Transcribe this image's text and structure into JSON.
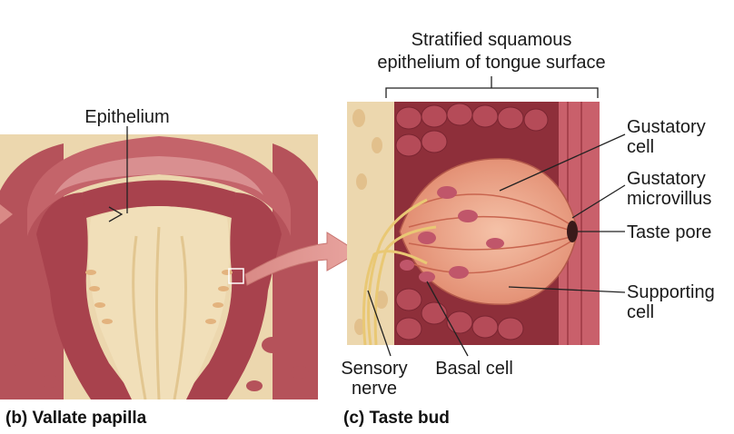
{
  "labels": {
    "epithelium": "Epithelium",
    "stratified_line1": "Stratified squamous",
    "stratified_line2": "epithelium of tongue surface",
    "gustatory_cell_line1": "Gustatory",
    "gustatory_cell_line2": "cell",
    "gustatory_microvillus_line1": "Gustatory",
    "gustatory_microvillus_line2": "microvillus",
    "taste_pore": "Taste pore",
    "supporting_cell_line1": "Supporting",
    "supporting_cell_line2": "cell",
    "sensory_nerve_line1": "Sensory",
    "sensory_nerve_line2": "nerve",
    "basal_cell": "Basal cell"
  },
  "captions": {
    "vallate_papilla": "(b) Vallate papilla",
    "taste_bud": "(c) Taste bud"
  },
  "colors": {
    "tissue_red": "#b5525a",
    "tissue_dark": "#8e2f3a",
    "tissue_pink": "#d98f90",
    "connective_tan": "#ecd7ae",
    "nerve_yellow": "#e9c874",
    "cell_orange": "#e9967a"
  }
}
